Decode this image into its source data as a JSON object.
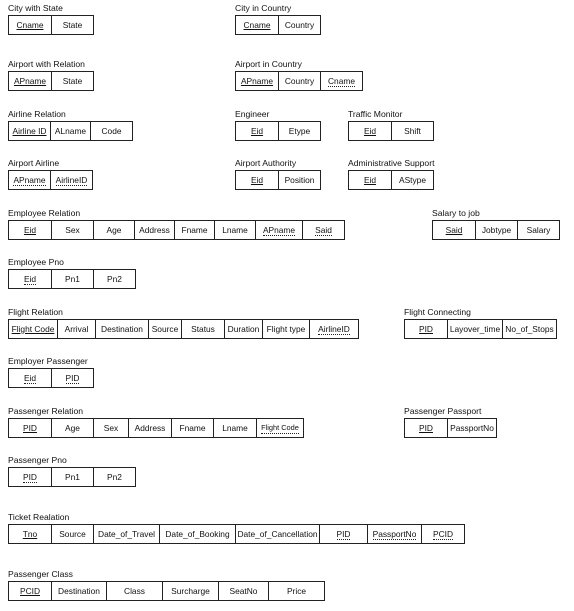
{
  "relations": [
    {
      "title": "City with State",
      "attributes": [
        {
          "name": "Cname",
          "pk": true,
          "fk": false
        },
        {
          "name": "State",
          "pk": false,
          "fk": false
        }
      ]
    },
    {
      "title": "City in Country",
      "attributes": [
        {
          "name": "Cname",
          "pk": true,
          "fk": false
        },
        {
          "name": "Country",
          "pk": false,
          "fk": false
        }
      ]
    },
    {
      "title": "Airport with Relation",
      "attributes": [
        {
          "name": "APname",
          "pk": true,
          "fk": false
        },
        {
          "name": "State",
          "pk": false,
          "fk": false
        }
      ]
    },
    {
      "title": "Airport in Country",
      "attributes": [
        {
          "name": "APname",
          "pk": true,
          "fk": false
        },
        {
          "name": "Country",
          "pk": false,
          "fk": false
        },
        {
          "name": "Cname",
          "pk": false,
          "fk": true
        }
      ]
    },
    {
      "title": "Airline Relation",
      "attributes": [
        {
          "name": "Airline ID",
          "pk": true,
          "fk": false
        },
        {
          "name": "ALname",
          "pk": false,
          "fk": false
        },
        {
          "name": "Code",
          "pk": false,
          "fk": false
        }
      ]
    },
    {
      "title": "Engineer",
      "attributes": [
        {
          "name": "Eid",
          "pk": true,
          "fk": false
        },
        {
          "name": "Etype",
          "pk": false,
          "fk": false
        }
      ]
    },
    {
      "title": "Traffic Monitor",
      "attributes": [
        {
          "name": "Eid",
          "pk": true,
          "fk": false
        },
        {
          "name": "Shift",
          "pk": false,
          "fk": false
        }
      ]
    },
    {
      "title": "Airport Airline",
      "attributes": [
        {
          "name": "APname",
          "pk": false,
          "fk": true
        },
        {
          "name": "AirlineID",
          "pk": false,
          "fk": true
        }
      ]
    },
    {
      "title": "Airport Authority",
      "attributes": [
        {
          "name": "Eid",
          "pk": true,
          "fk": false
        },
        {
          "name": "Position",
          "pk": false,
          "fk": false
        }
      ]
    },
    {
      "title": "Administrative Support",
      "attributes": [
        {
          "name": "Eid",
          "pk": true,
          "fk": false
        },
        {
          "name": "AStype",
          "pk": false,
          "fk": false
        }
      ]
    },
    {
      "title": "Employee Relation",
      "attributes": [
        {
          "name": "Eid",
          "pk": true,
          "fk": false
        },
        {
          "name": "Sex",
          "pk": false,
          "fk": false
        },
        {
          "name": "Age",
          "pk": false,
          "fk": false
        },
        {
          "name": "Address",
          "pk": false,
          "fk": false
        },
        {
          "name": "Fname",
          "pk": false,
          "fk": false
        },
        {
          "name": "Lname",
          "pk": false,
          "fk": false
        },
        {
          "name": "APname",
          "pk": false,
          "fk": true
        },
        {
          "name": "Said",
          "pk": false,
          "fk": true
        }
      ]
    },
    {
      "title": "Salary to job",
      "attributes": [
        {
          "name": "Said",
          "pk": true,
          "fk": false
        },
        {
          "name": "Jobtype",
          "pk": false,
          "fk": false
        },
        {
          "name": "Salary",
          "pk": false,
          "fk": false
        }
      ]
    },
    {
      "title": "Employee Pno",
      "attributes": [
        {
          "name": "Eid",
          "pk": false,
          "fk": true
        },
        {
          "name": "Pn1",
          "pk": false,
          "fk": false
        },
        {
          "name": "Pn2",
          "pk": false,
          "fk": false
        }
      ]
    },
    {
      "title": "Flight Relation",
      "attributes": [
        {
          "name": "Flight Code",
          "pk": true,
          "fk": false
        },
        {
          "name": "Arrival",
          "pk": false,
          "fk": false
        },
        {
          "name": "Destination",
          "pk": false,
          "fk": false
        },
        {
          "name": "Source",
          "pk": false,
          "fk": false
        },
        {
          "name": "Status",
          "pk": false,
          "fk": false
        },
        {
          "name": "Duration",
          "pk": false,
          "fk": false
        },
        {
          "name": "Flight type",
          "pk": false,
          "fk": false
        },
        {
          "name": "AirlineID",
          "pk": false,
          "fk": true
        }
      ]
    },
    {
      "title": "Flight Connecting",
      "attributes": [
        {
          "name": "PID",
          "pk": true,
          "fk": false
        },
        {
          "name": "Layover_time",
          "pk": false,
          "fk": false
        },
        {
          "name": "No_of_Stops",
          "pk": false,
          "fk": false
        }
      ]
    },
    {
      "title": "Employer Passenger",
      "attributes": [
        {
          "name": "Eid",
          "pk": false,
          "fk": true
        },
        {
          "name": "PID",
          "pk": false,
          "fk": true
        }
      ]
    },
    {
      "title": "Passenger Relation",
      "attributes": [
        {
          "name": "PID",
          "pk": true,
          "fk": false
        },
        {
          "name": "Age",
          "pk": false,
          "fk": false
        },
        {
          "name": "Sex",
          "pk": false,
          "fk": false
        },
        {
          "name": "Address",
          "pk": false,
          "fk": false
        },
        {
          "name": "Fname",
          "pk": false,
          "fk": false
        },
        {
          "name": "Lname",
          "pk": false,
          "fk": false
        },
        {
          "name": "Flight Code",
          "pk": false,
          "fk": true
        }
      ]
    },
    {
      "title": "Passenger Passport",
      "attributes": [
        {
          "name": "PID",
          "pk": true,
          "fk": false
        },
        {
          "name": "PassportNo",
          "pk": false,
          "fk": false
        }
      ]
    },
    {
      "title": "Passenger Pno",
      "attributes": [
        {
          "name": "PID",
          "pk": false,
          "fk": true
        },
        {
          "name": "Pn1",
          "pk": false,
          "fk": false
        },
        {
          "name": "Pn2",
          "pk": false,
          "fk": false
        }
      ]
    },
    {
      "title": "Ticket Realation",
      "attributes": [
        {
          "name": "Tno",
          "pk": true,
          "fk": false
        },
        {
          "name": "Source",
          "pk": false,
          "fk": false
        },
        {
          "name": "Date_of_Travel",
          "pk": false,
          "fk": false
        },
        {
          "name": "Date_of_Booking",
          "pk": false,
          "fk": false
        },
        {
          "name": "Date_of_Cancellation",
          "pk": false,
          "fk": false
        },
        {
          "name": "PID",
          "pk": false,
          "fk": true
        },
        {
          "name": "PassportNo",
          "pk": false,
          "fk": true
        },
        {
          "name": "PCID",
          "pk": false,
          "fk": true
        }
      ]
    },
    {
      "title": "Passenger Class",
      "attributes": [
        {
          "name": "PCID",
          "pk": true,
          "fk": false
        },
        {
          "name": "Destination",
          "pk": false,
          "fk": false
        },
        {
          "name": "Class",
          "pk": false,
          "fk": false
        },
        {
          "name": "Surcharge",
          "pk": false,
          "fk": false
        },
        {
          "name": "SeatNo",
          "pk": false,
          "fk": false
        },
        {
          "name": "Price",
          "pk": false,
          "fk": false
        }
      ]
    }
  ]
}
